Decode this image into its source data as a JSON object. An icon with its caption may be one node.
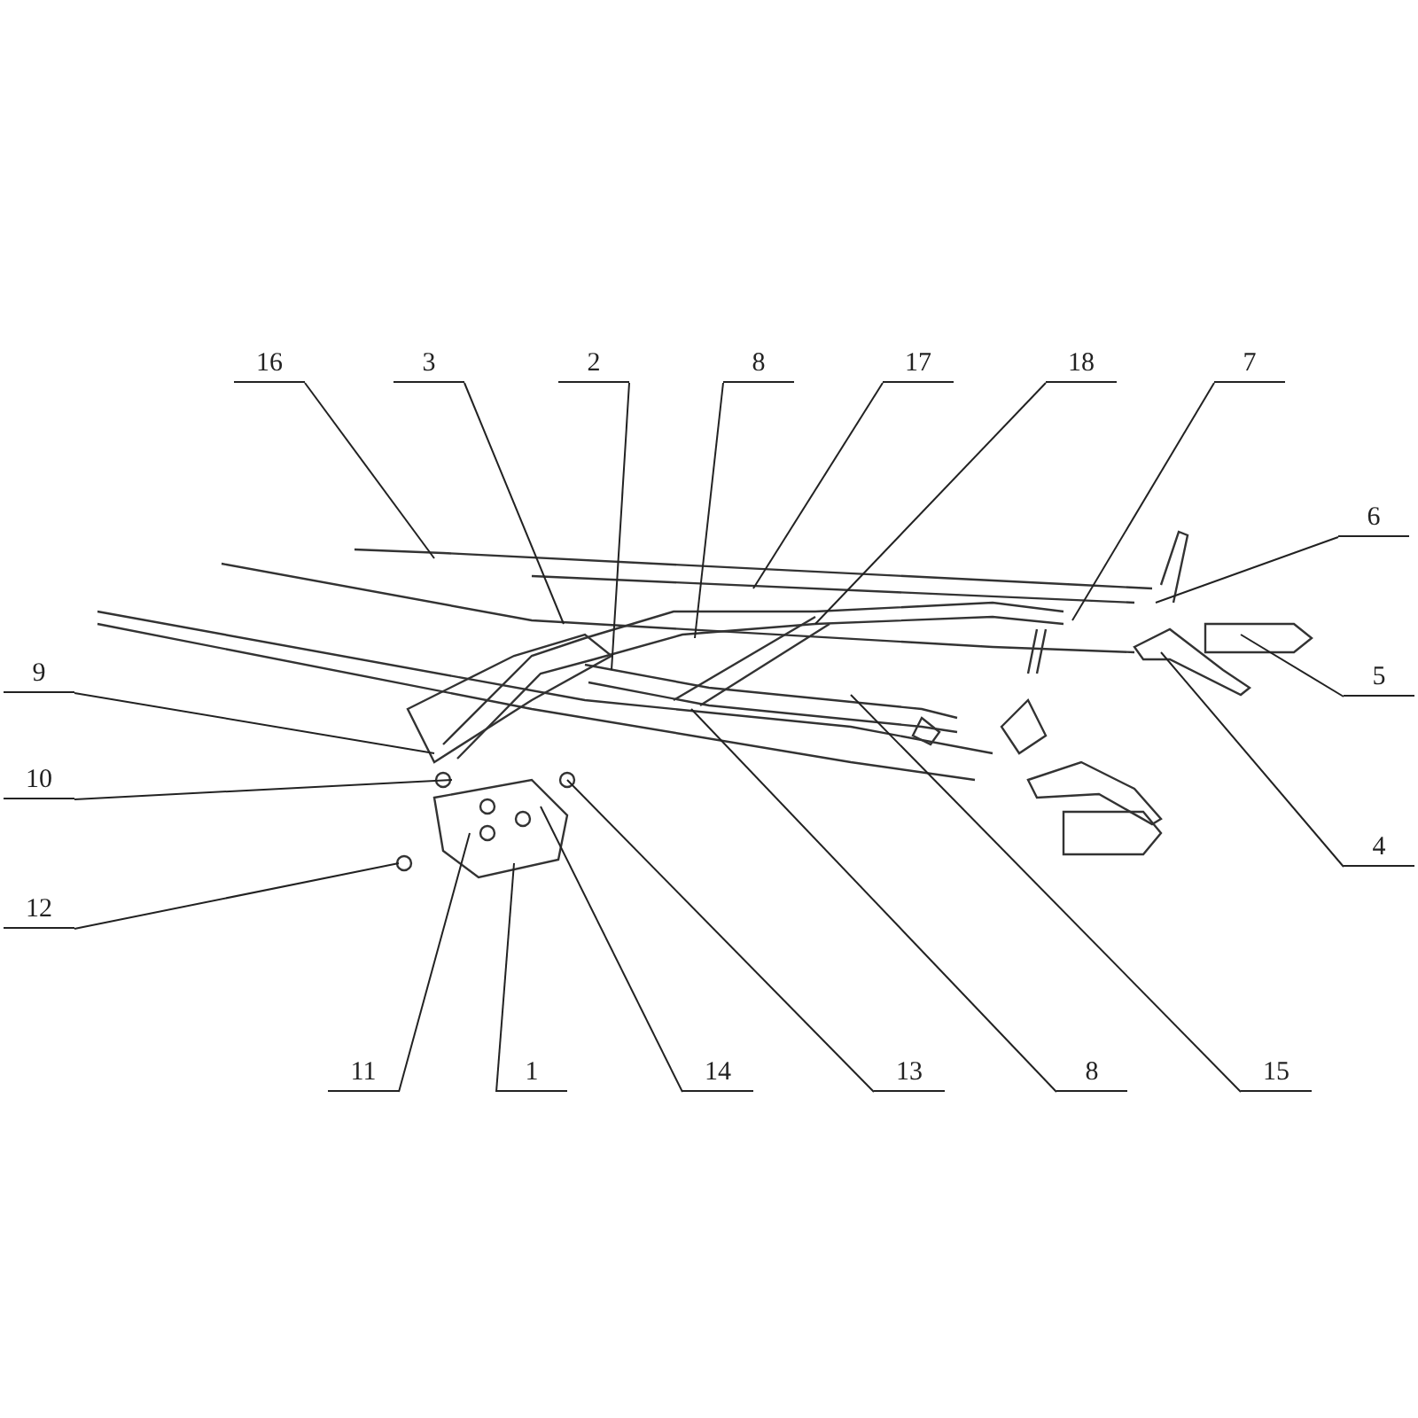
{
  "diagram": {
    "nodes": [
      {
        "text": [
          "16"
        ]
      },
      {
        "text": [
          "3"
        ]
      },
      {
        "text": [
          "2"
        ]
      },
      {
        "text": [
          "8"
        ]
      },
      {
        "text": [
          "17"
        ]
      },
      {
        "text": [
          "18"
        ]
      },
      {
        "text": [
          "7"
        ]
      },
      {
        "text": [
          "6"
        ]
      },
      {
        "text": [
          "5"
        ]
      },
      {
        "text": [
          "4"
        ]
      },
      {
        "text": [
          "9"
        ]
      },
      {
        "text": [
          "10"
        ]
      },
      {
        "text": [
          "12"
        ]
      },
      {
        "text": [
          "11"
        ]
      },
      {
        "text": [
          "1"
        ]
      },
      {
        "text": [
          "14"
        ]
      },
      {
        "text": [
          "13"
        ]
      },
      {
        "text": [
          "8"
        ]
      },
      {
        "text": [
          "15"
        ]
      }
    ],
    "edges": [
      {
        "from": 0,
        "to": null,
        "arrow": "none"
      },
      {
        "from": 1,
        "to": null,
        "arrow": "none"
      },
      {
        "from": 2,
        "to": null,
        "arrow": "none"
      },
      {
        "from": 3,
        "to": null,
        "arrow": "none"
      },
      {
        "from": 4,
        "to": null,
        "arrow": "none"
      },
      {
        "from": 5,
        "to": null,
        "arrow": "none"
      },
      {
        "from": 6,
        "to": null,
        "arrow": "none"
      },
      {
        "from": 7,
        "to": null,
        "arrow": "none"
      },
      {
        "from": 8,
        "to": null,
        "arrow": "none"
      },
      {
        "from": 9,
        "to": null,
        "arrow": "none"
      },
      {
        "from": 10,
        "to": null,
        "arrow": "none"
      },
      {
        "from": 11,
        "to": null,
        "arrow": "none"
      },
      {
        "from": 12,
        "to": null,
        "arrow": "none"
      },
      {
        "from": 13,
        "to": null,
        "arrow": "none"
      },
      {
        "from": 14,
        "to": null,
        "arrow": "none"
      },
      {
        "from": 15,
        "to": null,
        "arrow": "none"
      },
      {
        "from": 16,
        "to": null,
        "arrow": "none"
      },
      {
        "from": 17,
        "to": null,
        "arrow": "none"
      },
      {
        "from": 18,
        "to": null,
        "arrow": "none"
      }
    ]
  }
}
